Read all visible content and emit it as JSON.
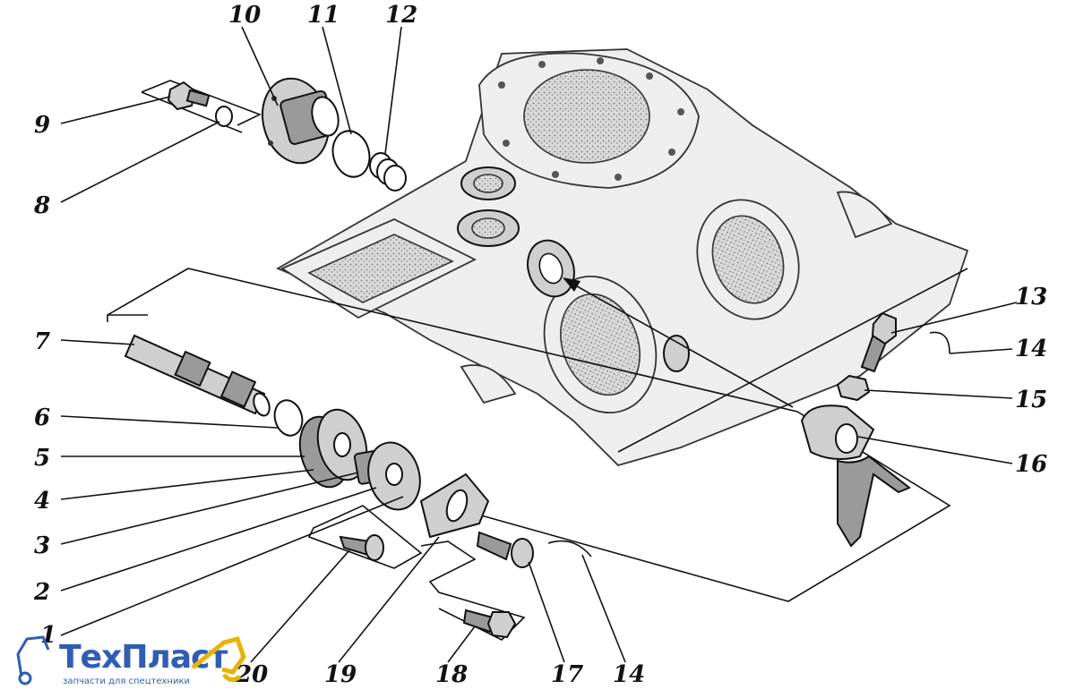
{
  "labels": [
    {
      "id": "1",
      "text": "1"
    },
    {
      "id": "2",
      "text": "2"
    },
    {
      "id": "3",
      "text": "3"
    },
    {
      "id": "4",
      "text": "4"
    },
    {
      "id": "5",
      "text": "5"
    },
    {
      "id": "6",
      "text": "6"
    },
    {
      "id": "7",
      "text": "7"
    },
    {
      "id": "8",
      "text": "8"
    },
    {
      "id": "9",
      "text": "9"
    },
    {
      "id": "10",
      "text": "10"
    },
    {
      "id": "11",
      "text": "11"
    },
    {
      "id": "12",
      "text": "12"
    },
    {
      "id": "13",
      "text": "13"
    },
    {
      "id": "14a",
      "text": "14"
    },
    {
      "id": "15",
      "text": "15"
    },
    {
      "id": "16",
      "text": "16"
    },
    {
      "id": "17",
      "text": "17"
    },
    {
      "id": "18",
      "text": "18"
    },
    {
      "id": "19",
      "text": "19"
    },
    {
      "id": "20",
      "text": "20"
    },
    {
      "id": "14b",
      "text": "14"
    }
  ],
  "logo": {
    "brand": "ТехПласт",
    "tagline": "запчасти для спецтехники",
    "brand_color": "#2f5db3",
    "accent_color": "#e8b400"
  }
}
